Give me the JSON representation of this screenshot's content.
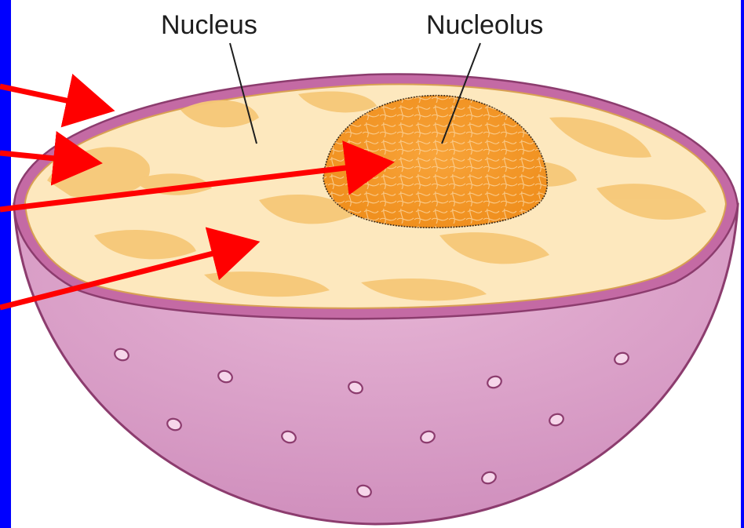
{
  "labels": {
    "nucleus": "Nucleus",
    "nucleolus": "Nucleolus"
  },
  "colors": {
    "frame": "#0000ff",
    "background": "#ffffff",
    "envelope": "#dca0c8",
    "envelope_dark": "#8c3c6e",
    "nucleoplasm_light": "#fde8be",
    "nucleoplasm_dark": "#f6c878",
    "nucleolus": "#f49a2a",
    "arrow": "#ff0000"
  },
  "arrows": [
    {
      "name": "arrow-nuclear-envelope",
      "points_to": "nuclear envelope"
    },
    {
      "name": "arrow-chromatin",
      "points_to": "chromatin"
    },
    {
      "name": "arrow-nucleolus",
      "points_to": "nucleolus"
    },
    {
      "name": "arrow-nucleoplasm",
      "points_to": "nucleoplasm"
    }
  ]
}
